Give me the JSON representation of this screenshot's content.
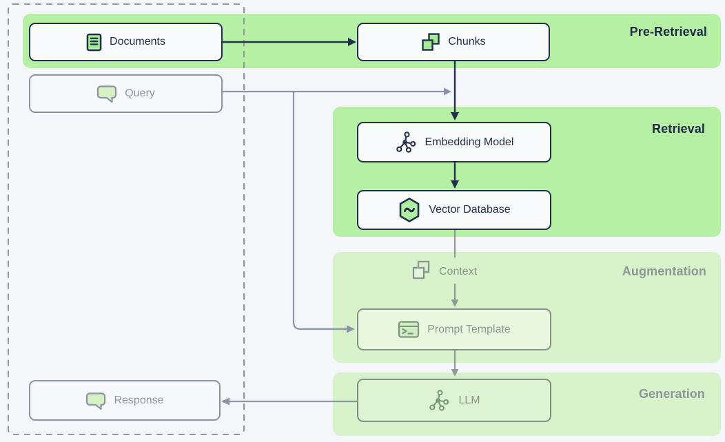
{
  "stages": [
    {
      "id": "pre-retrieval",
      "label": "Pre-Retrieval",
      "tone": "bright"
    },
    {
      "id": "retrieval",
      "label": "Retrieval",
      "tone": "bright"
    },
    {
      "id": "augmentation",
      "label": "Augmentation",
      "tone": "muted"
    },
    {
      "id": "generation",
      "label": "Generation",
      "tone": "muted"
    }
  ],
  "nodes": {
    "documents": {
      "label": "Documents",
      "icon": "document-icon",
      "state": "active"
    },
    "chunks": {
      "label": "Chunks",
      "icon": "copy-squares-icon",
      "state": "active"
    },
    "query": {
      "label": "Query",
      "icon": "speech-bubble-icon",
      "state": "muted"
    },
    "embedding_model": {
      "label": "Embedding Model",
      "icon": "network-icon",
      "state": "active"
    },
    "vector_database": {
      "label": "Vector Database",
      "icon": "hexagon-wave-icon",
      "state": "active"
    },
    "context": {
      "label": "Context",
      "icon": "copy-squares-icon",
      "state": "muted"
    },
    "prompt_template": {
      "label": "Prompt Template",
      "icon": "terminal-icon",
      "state": "muted"
    },
    "llm": {
      "label": "LLM",
      "icon": "network-icon",
      "state": "muted"
    },
    "response": {
      "label": "Response",
      "icon": "speech-bubble-icon",
      "state": "muted"
    }
  },
  "edges": [
    {
      "from": "documents",
      "to": "chunks",
      "style": "dark"
    },
    {
      "from": "chunks",
      "to": "embedding_model",
      "style": "dark"
    },
    {
      "from": "query",
      "to": "embedding_model",
      "style": "muted"
    },
    {
      "from": "query",
      "to": "prompt_template",
      "style": "muted"
    },
    {
      "from": "embedding_model",
      "to": "vector_database",
      "style": "dark"
    },
    {
      "from": "vector_database",
      "to": "context",
      "style": "muted"
    },
    {
      "from": "context",
      "to": "prompt_template",
      "style": "muted"
    },
    {
      "from": "prompt_template",
      "to": "llm",
      "style": "muted"
    },
    {
      "from": "llm",
      "to": "response",
      "style": "muted"
    }
  ],
  "colors": {
    "background": "#f4f6fa",
    "stage_bright_green": "#b6f0a4",
    "stage_muted_green": "#d8f2cb",
    "ink_navy": "#22304d",
    "muted_gray": "#8b93a6",
    "muted_green_ink": "#8c9793",
    "node_fill": "#f8fafc",
    "icon_green_fill": "#a8ec96",
    "bubble_green_fill": "#d6f2c4"
  }
}
